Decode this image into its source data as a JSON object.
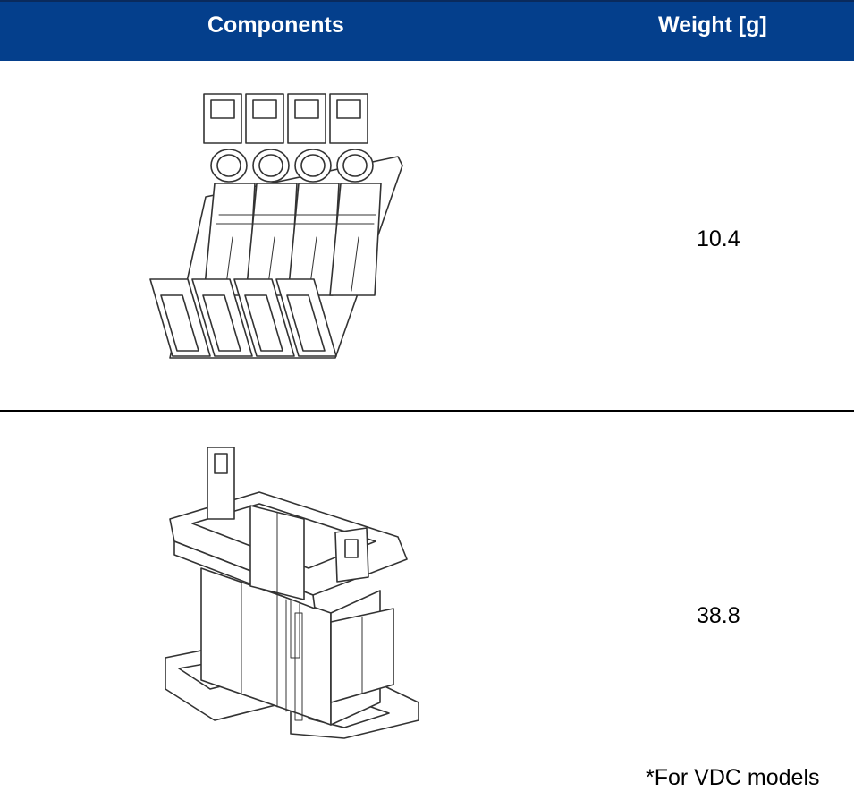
{
  "table": {
    "headers": {
      "components": "Components",
      "weight": "Weight [g]"
    },
    "rows": [
      {
        "component_image": "terminal-cover-4-pole-drawing",
        "weight": "10.4"
      },
      {
        "component_image": "relay-socket-housing-drawing",
        "weight": "38.8"
      }
    ],
    "footnote": "*For VDC models"
  },
  "colors": {
    "header_bg": "#043f8c",
    "header_text": "#ffffff",
    "line": "#000000"
  }
}
